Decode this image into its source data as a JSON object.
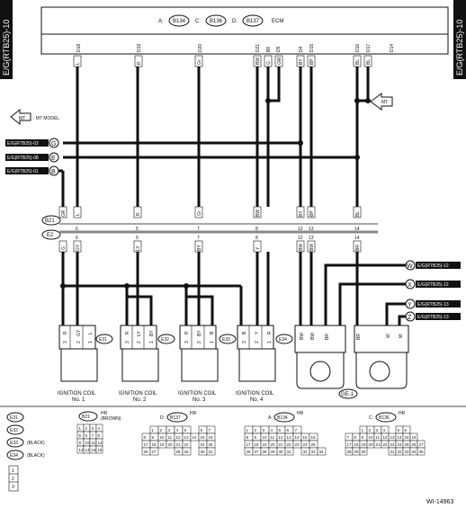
{
  "side_labels": {
    "left": "E/G(RTB25)-10",
    "right": "E/G(RTB25)-10"
  },
  "ecm": {
    "label": "ECM",
    "connectors": [
      {
        "prefix": "A:",
        "code": "B134"
      },
      {
        "prefix": "C:",
        "code": "B136"
      },
      {
        "prefix": "D:",
        "code": "B137"
      }
    ],
    "pins": [
      "D18",
      "D19",
      "D20",
      "D21",
      "B6",
      "D5",
      "D4",
      "D15",
      "D16",
      "D17",
      "D14"
    ]
  },
  "mt_model": {
    "badge": "MT",
    "legend": ": MT MODEL"
  },
  "off_page": [
    {
      "letter": "G",
      "ref": "E/G(RTB25)-03"
    },
    {
      "letter": "E",
      "ref": "E/G(RTB25)-08"
    },
    {
      "letter": "B",
      "ref": "E/G(RTB25)-01"
    }
  ],
  "ecm_wire_colors": [
    "L",
    "R",
    "Gr",
    "BW",
    "G",
    "GW",
    "BY",
    "BP",
    "BL",
    "BL"
  ],
  "harness_connectors": {
    "top": "B21",
    "bottom": "E2"
  },
  "harness_upper_pins": [
    "6",
    "5",
    "7",
    "8",
    "12",
    "13",
    "14"
  ],
  "harness_lower_pins": [
    "6",
    "5",
    "7",
    "8",
    "12",
    "13",
    "14"
  ],
  "harness_upper_colors": [
    "GR",
    "L",
    "R",
    "Gr",
    "BW",
    "BY",
    "BP",
    "BL"
  ],
  "harness_lower_colors": [
    "G",
    "GY",
    "LY",
    "BY",
    "Y",
    "BW",
    "BW",
    "BR"
  ],
  "right_refs": [
    {
      "letter": "W",
      "ref": "E/G(RTB25)-12"
    },
    {
      "letter": "X",
      "ref": "E/G(RTB25)-12"
    },
    {
      "letter": "Y",
      "ref": "E/G(RTB25)-13"
    },
    {
      "letter": "Z",
      "ref": "E/G(RTB25)-13"
    }
  ],
  "coils": [
    {
      "name": "IGNITION COIL",
      "no": "No. 1",
      "conn": "E31",
      "pins": [
        "3",
        "2",
        "1"
      ],
      "colors": [
        "R",
        "GY",
        "L"
      ]
    },
    {
      "name": "IGNITION COIL",
      "no": "No. 2",
      "conn": "E32",
      "pins": [
        "3",
        "2",
        "1"
      ],
      "colors": [
        "R",
        "LY",
        "BY"
      ]
    },
    {
      "name": "IGNITION COIL",
      "no": "No. 3",
      "conn": "E33",
      "pins": [
        "3",
        "2",
        "1"
      ],
      "colors": [
        "R",
        "BY",
        "B"
      ]
    },
    {
      "name": "IGNITION COIL",
      "no": "No. 4",
      "conn": "E34",
      "pins": [
        "3",
        "2",
        "1"
      ],
      "colors": [
        "B",
        "Y",
        "R"
      ]
    }
  ],
  "ge1": {
    "label": "GE-1",
    "colors": [
      "BW",
      "BW",
      "BR",
      "BR",
      "W",
      "W"
    ]
  },
  "legend": {
    "items": [
      {
        "code": "E31",
        "note": ""
      },
      {
        "code": "E32",
        "note": ""
      },
      {
        "code": "E33",
        "note": "(BLACK)"
      },
      {
        "code": "E34",
        "note": "(BLACK)"
      }
    ],
    "small_pins": [
      "1",
      "2",
      "3"
    ],
    "b21": {
      "code": "B21",
      "hr": "HR",
      "color": "(BROWN)"
    },
    "b137": {
      "prefix": "D:",
      "code": "B137",
      "hr": "HR"
    },
    "b134": {
      "prefix": "A:",
      "code": "B134",
      "hr": "HR"
    },
    "b136": {
      "prefix": "C:",
      "code": "B136",
      "hr": "HR"
    }
  },
  "figure_id": "WI-14963"
}
